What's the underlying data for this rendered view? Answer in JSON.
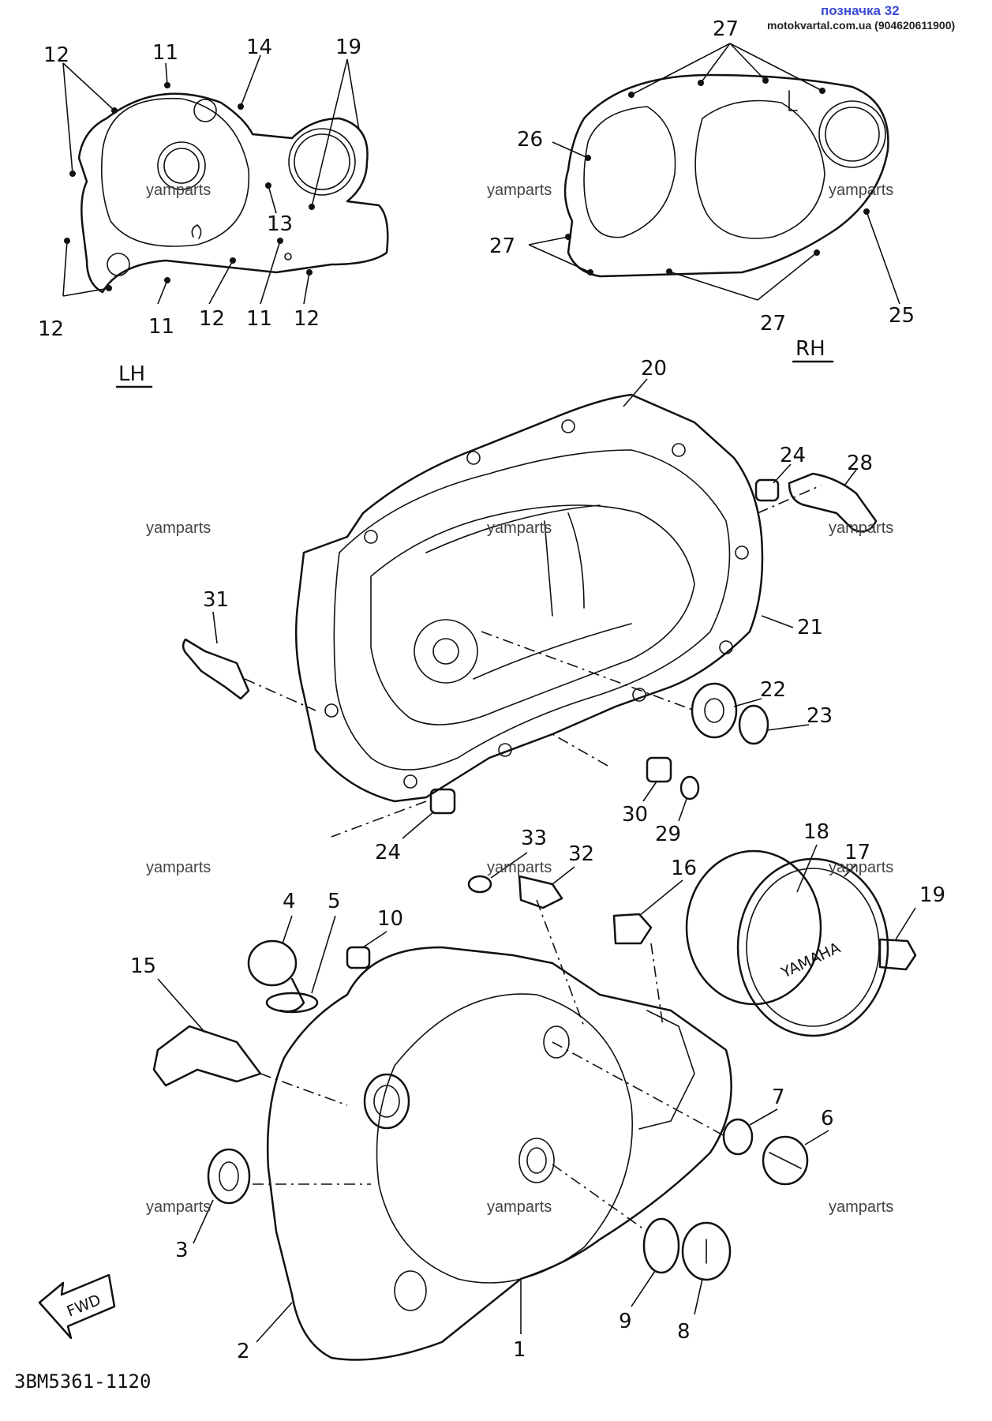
{
  "header": {
    "title": "позначка 32",
    "subtitle": "motokvartal.com.ua (904620611900)"
  },
  "watermark": "yamparts",
  "side_labels": {
    "lh": "LH",
    "rh": "RH"
  },
  "fwd_label": "FWD",
  "diagram_code": "3BM5361-1120",
  "callouts": {
    "lh_12a": "12",
    "lh_11a": "11",
    "lh_14": "14",
    "lh_19": "19",
    "lh_13": "13",
    "lh_12b": "12",
    "lh_11b": "11",
    "lh_12c": "12",
    "lh_11c": "11",
    "lh_12d": "12",
    "rh_27a": "27",
    "rh_26": "26",
    "rh_27b": "27",
    "rh_27c": "27",
    "rh_25": "25",
    "p20": "20",
    "p24a": "24",
    "p28": "28",
    "p31": "31",
    "p21": "21",
    "p22": "22",
    "p23": "23",
    "p30": "30",
    "p29": "29",
    "p24b": "24",
    "p33": "33",
    "p32": "32",
    "p16": "16",
    "p18": "18",
    "p17": "17",
    "p19": "19",
    "p4": "4",
    "p5": "5",
    "p10": "10",
    "p15": "15",
    "p7": "7",
    "p6": "6",
    "p3": "3",
    "p9": "9",
    "p8": "8",
    "p1": "1",
    "p2": "2"
  },
  "cover_brand": "YAMAHA"
}
